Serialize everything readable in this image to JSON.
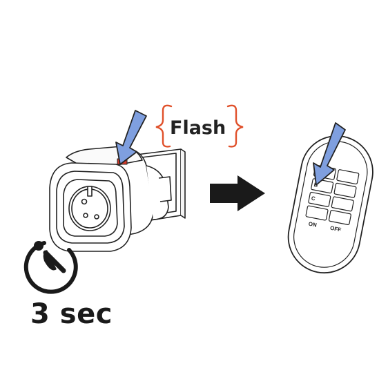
{
  "flash": {
    "label": "Flash"
  },
  "timer": {
    "duration_label": "3 sec"
  },
  "remote": {
    "button_b": "B",
    "button_c": "C",
    "on_label": "ON",
    "off_label": "OFF"
  },
  "colors": {
    "pointer_arrow": "#7f9fdf",
    "flash_brace": "#e0502a",
    "led": "#d83a2a",
    "direction_arrow": "#1a1a1a",
    "line": "#222222"
  },
  "icons": [
    "stopwatch-icon",
    "press-arrow-icon",
    "direction-arrow-icon"
  ]
}
